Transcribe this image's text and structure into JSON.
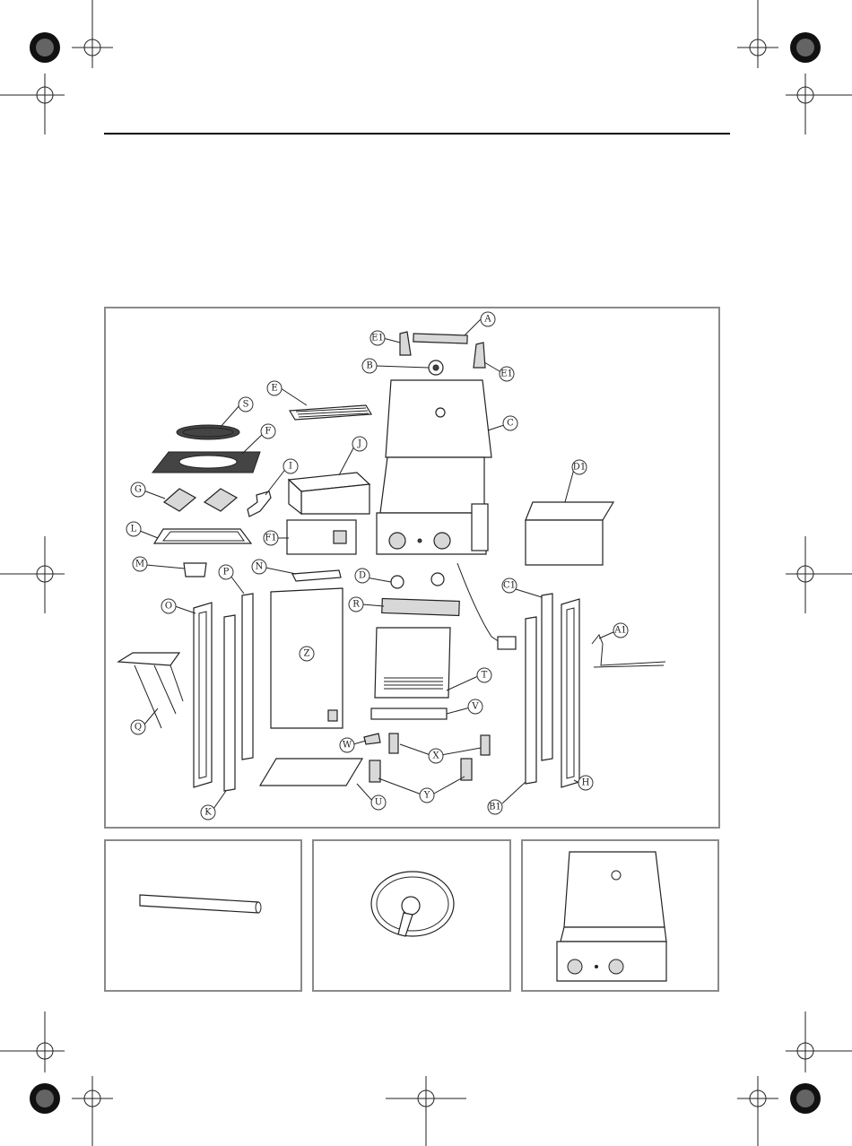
{
  "labels": {
    "A": "A",
    "E1": "E1",
    "B": "B",
    "E": "E",
    "C": "C",
    "S": "S",
    "F": "F",
    "J": "J",
    "D1": "D1",
    "I": "I",
    "G": "G",
    "L": "L",
    "F1": "F1",
    "M": "M",
    "N": "N",
    "D": "D",
    "P": "P",
    "C1": "C1",
    "O": "O",
    "R": "R",
    "Z": "Z",
    "A1": "A1",
    "T": "T",
    "Q": "Q",
    "V": "V",
    "W": "W",
    "X": "X",
    "H": "H",
    "U": "U",
    "Y": "Y",
    "B1": "B1",
    "K": "K"
  },
  "colors": {
    "frame": "#8a8a8a",
    "ink": "#222222"
  },
  "icons": [
    "registration-mark-icon",
    "crosshair-icon"
  ]
}
